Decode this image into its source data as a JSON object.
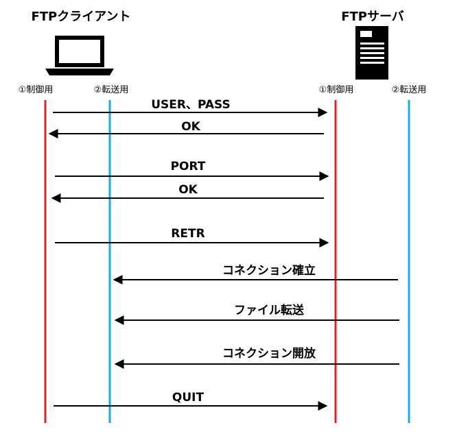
{
  "client": {
    "title": "FTPクライアント",
    "icon": "laptop-icon",
    "control_label": "①制御用",
    "transfer_label": "②転送用"
  },
  "server": {
    "title": "FTPサーバ",
    "icon": "server-icon",
    "control_label": "①制御用",
    "transfer_label": "②転送用"
  },
  "colors": {
    "control_line": "#e8202a",
    "transfer_line": "#1aaae0",
    "arrow": "#000000"
  },
  "messages": [
    {
      "label": "USER、PASS",
      "from": "client_control",
      "to": "server_control"
    },
    {
      "label": "OK",
      "from": "server_control",
      "to": "client_control"
    },
    {
      "label": "PORT",
      "from": "client_control",
      "to": "server_control"
    },
    {
      "label": "OK",
      "from": "server_control",
      "to": "client_control"
    },
    {
      "label": "RETR",
      "from": "client_control",
      "to": "server_control"
    },
    {
      "label": "コネクション確立",
      "from": "server_transfer",
      "to": "client_transfer"
    },
    {
      "label": "ファイル転送",
      "from": "server_transfer",
      "to": "client_transfer"
    },
    {
      "label": "コネクション開放",
      "from": "server_transfer",
      "to": "client_transfer"
    },
    {
      "label": "QUIT",
      "from": "client_control",
      "to": "server_control"
    }
  ]
}
